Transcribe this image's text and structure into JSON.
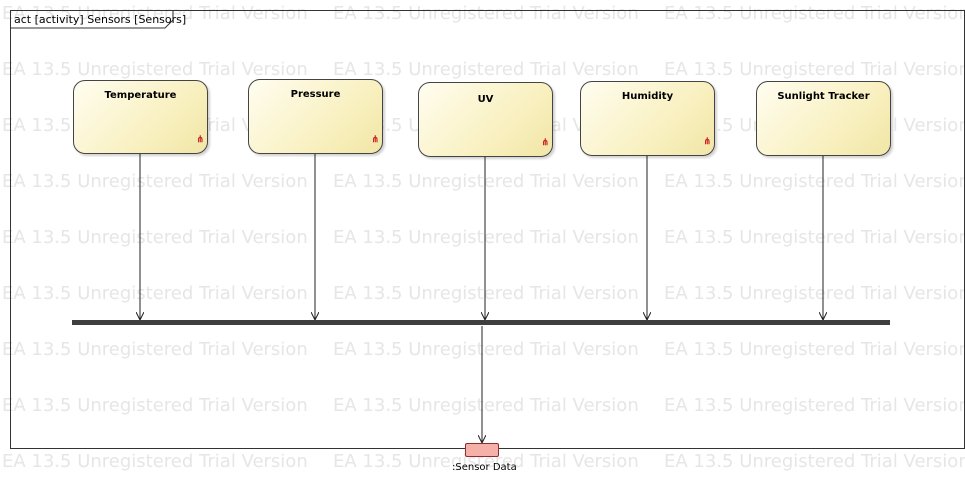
{
  "frame": {
    "kind_label": "act [activity] Sensors [Sensors]"
  },
  "watermark": {
    "text": "EA 13.5 Unregistered Trial Version",
    "color": "#e6e6e6"
  },
  "actions": [
    {
      "name": "Temperature",
      "has_rake": true
    },
    {
      "name": "Pressure",
      "has_rake": true
    },
    {
      "name": "UV",
      "has_rake": true
    },
    {
      "name": "Humidity",
      "has_rake": true
    },
    {
      "name": "Sunlight Tracker",
      "has_rake": false
    }
  ],
  "join_bar": {
    "color": "#3f3f3f"
  },
  "output_pin": {
    "label": ":Sensor Data",
    "fill": "#f5b0a8"
  },
  "colors": {
    "action_fill": "#f9f1c2",
    "rake_icon": "#cc2222",
    "edge": "#222222"
  }
}
